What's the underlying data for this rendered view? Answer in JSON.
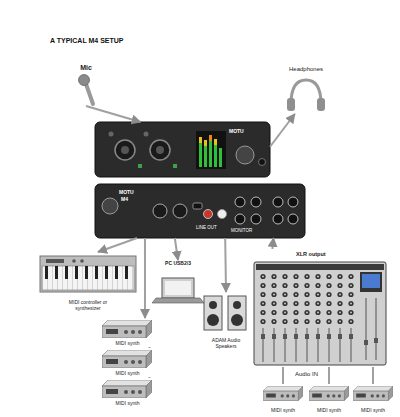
{
  "diagram": {
    "title": "A TYPICAL M4 SETUP",
    "nodes": [
      {
        "text": [
          "Mic"
        ]
      },
      {
        "text": [
          "Headphones"
        ]
      },
      {
        "text": [
          "MOTU"
        ]
      },
      {
        "text": [
          "MOTU",
          "M4",
          "LINE OUT",
          "MONITOR"
        ]
      },
      {
        "text": [
          "MIDI controller or synthesizer"
        ]
      },
      {
        "text": [
          "PC USB2/3"
        ]
      },
      {
        "text": [
          "MIDI synth"
        ]
      },
      {
        "text": [
          "MIDI synth"
        ]
      },
      {
        "text": [
          "MIDI synth"
        ]
      },
      {
        "text": [
          "ADAM Audio Speakers"
        ]
      },
      {
        "text": [
          "XLR output"
        ]
      },
      {
        "text": [
          "MIDI synth"
        ]
      },
      {
        "text": [
          "MIDI synth"
        ]
      },
      {
        "text": [
          "MIDI synth"
        ]
      }
    ],
    "edges": [
      {
        "from": 0,
        "to": 2,
        "arrow": "to"
      },
      {
        "from": 2,
        "to": 1,
        "arrow": "to"
      },
      {
        "from": 3,
        "to": 4,
        "arrow": "to"
      },
      {
        "from": 3,
        "to": 5,
        "arrow": "to"
      },
      {
        "from": 3,
        "to": 6,
        "arrow": "to"
      },
      {
        "from": 6,
        "to": 7,
        "arrow": "none"
      },
      {
        "from": 7,
        "to": 8,
        "arrow": "none"
      },
      {
        "from": 3,
        "to": 9,
        "arrow": "to"
      },
      {
        "from": 10,
        "to": 3,
        "arrow": "to"
      },
      {
        "from": 11,
        "to": 10,
        "arrow": "none"
      },
      {
        "from": 12,
        "to": 10,
        "arrow": "none"
      },
      {
        "from": 13,
        "to": 10,
        "arrow": "none"
      }
    ],
    "labels": [
      "Audio IN"
    ]
  }
}
